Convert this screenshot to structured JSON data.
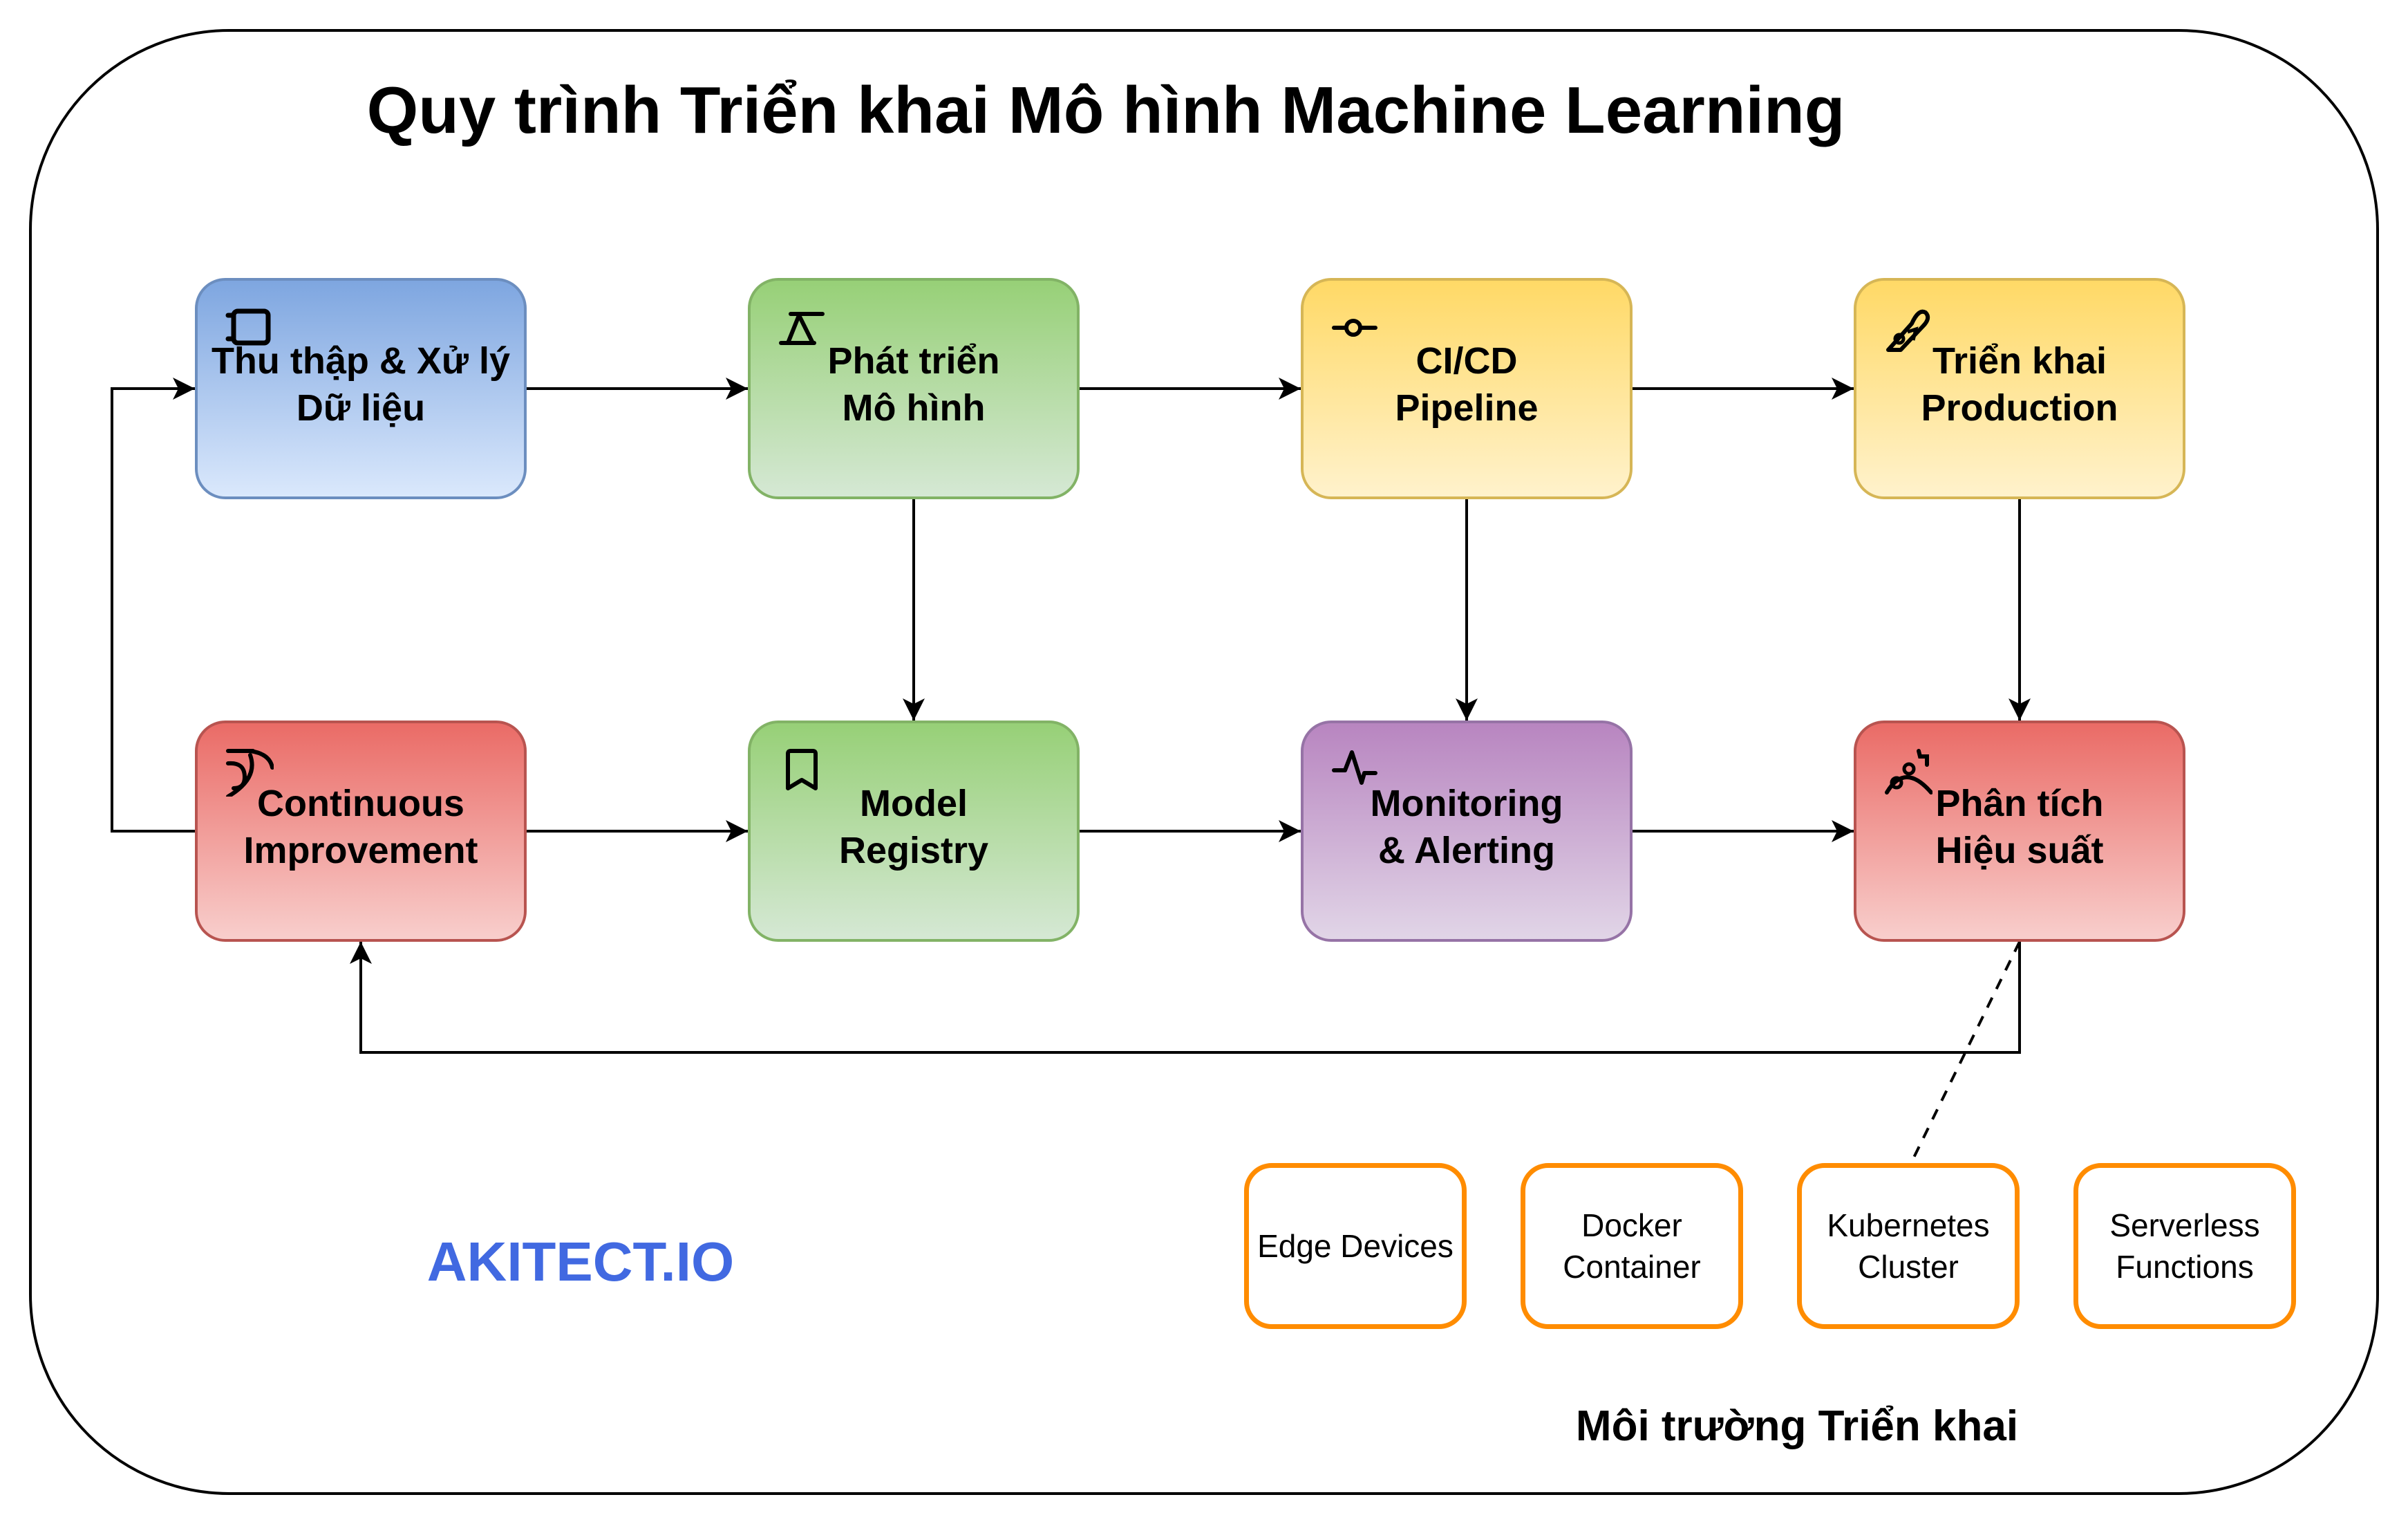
{
  "diagram": {
    "title": "Quy trình Triển khai Mô hình Machine Learning",
    "nodes": [
      {
        "id": "data",
        "label": "Thu thập & Xử lý\nDữ liệu",
        "icon": "window-icon",
        "color": "blue"
      },
      {
        "id": "dev",
        "label": "Phát triển\nMô hình",
        "icon": "balance-icon",
        "color": "green"
      },
      {
        "id": "cicd",
        "label": "CI/CD\nPipeline",
        "icon": "commit-icon",
        "color": "yellow"
      },
      {
        "id": "deploy",
        "label": "Triển khai\nProduction",
        "icon": "rocket-icon",
        "color": "yellow"
      },
      {
        "id": "improve",
        "label": "Continuous\nImprovement",
        "icon": "cycle-icon",
        "color": "red"
      },
      {
        "id": "registry",
        "label": "Model\nRegistry",
        "icon": "bookmark-icon",
        "color": "green"
      },
      {
        "id": "monitor",
        "label": "Monitoring\n& Alerting",
        "icon": "pulse-icon",
        "color": "purple"
      },
      {
        "id": "analysis",
        "label": "Phân tích\nHiệu suất",
        "icon": "gauge-icon",
        "color": "red"
      }
    ],
    "edges": [
      {
        "from": "data",
        "to": "dev"
      },
      {
        "from": "dev",
        "to": "cicd"
      },
      {
        "from": "cicd",
        "to": "deploy"
      },
      {
        "from": "dev",
        "to": "registry"
      },
      {
        "from": "cicd",
        "to": "monitor"
      },
      {
        "from": "deploy",
        "to": "analysis"
      },
      {
        "from": "improve",
        "to": "registry"
      },
      {
        "from": "registry",
        "to": "monitor"
      },
      {
        "from": "monitor",
        "to": "analysis"
      },
      {
        "from": "analysis",
        "to": "improve"
      },
      {
        "from": "improve",
        "to": "data"
      },
      {
        "from": "analysis",
        "to": "kubernetes",
        "style": "dashed"
      }
    ],
    "environment": {
      "title": "Môi trường Triển khai",
      "items": [
        {
          "id": "edge",
          "label": "Edge Devices"
        },
        {
          "id": "docker",
          "label": "Docker\nContainer"
        },
        {
          "id": "kubernetes",
          "label": "Kubernetes\nCluster"
        },
        {
          "id": "serverless",
          "label": "Serverless\nFunctions"
        }
      ],
      "border_color": "#ff8c00"
    },
    "brand": {
      "text": "AKITECT.IO",
      "color": "#4169e1"
    },
    "colors": {
      "blue": "#7ea6e0",
      "green": "#97d077",
      "yellow": "#ffd966",
      "red": "#ea6b66",
      "purple": "#b885c0"
    }
  }
}
